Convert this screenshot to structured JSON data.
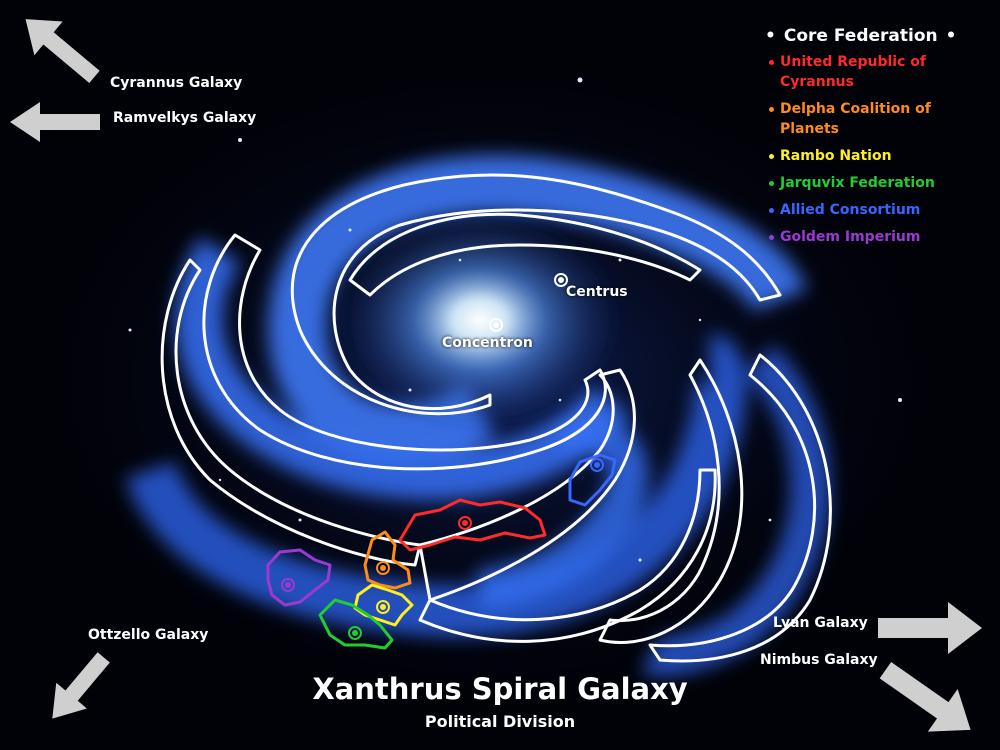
{
  "title": "Xanthrus Spiral Galaxy",
  "subtitle": "Political Division",
  "legend": {
    "title": "Core Federation",
    "title_color": "#ffffff",
    "items": [
      {
        "label": "United Republic of Cyrannus",
        "color": "#ff2a2a"
      },
      {
        "label": "Delpha Coalition of Planets",
        "color": "#ff8c1a"
      },
      {
        "label": "Rambo Nation",
        "color": "#ffee22"
      },
      {
        "label": "Jarquvix Federation",
        "color": "#22cc33"
      },
      {
        "label": "Allied Consortium",
        "color": "#3a66ff"
      },
      {
        "label": "Goldem Imperium",
        "color": "#9a3ad0"
      }
    ]
  },
  "neighbor_galaxies": [
    {
      "label": "Cyrannus Galaxy",
      "direction": "up-left"
    },
    {
      "label": "Ramvelkys Galaxy",
      "direction": "left"
    },
    {
      "label": "Ottzello Galaxy",
      "direction": "down-left"
    },
    {
      "label": "Lyan Galaxy",
      "direction": "right"
    },
    {
      "label": "Nimbus Galaxy",
      "direction": "down-right"
    }
  ],
  "locations": [
    {
      "label": "Centrus"
    },
    {
      "label": "Concentron"
    }
  ],
  "colors": {
    "background": "#010208",
    "arm_glow": "#3a6fff",
    "arm_outline": "#ffffff",
    "arrow": "#cfcfcf"
  }
}
